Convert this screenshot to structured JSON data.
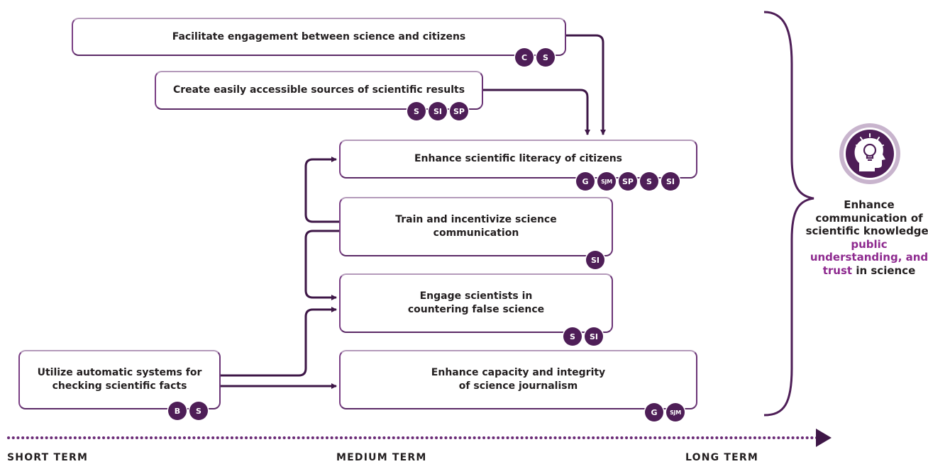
{
  "boxes": {
    "facilitate": {
      "text": "Facilitate engagement between science and citizens",
      "badges": [
        "C",
        "S"
      ]
    },
    "sources": {
      "text": "Create easily accessible sources of scientific results",
      "badges": [
        "S",
        "SI",
        "SP"
      ]
    },
    "literacy": {
      "text": "Enhance scientific literacy of citizens",
      "badges": [
        "G",
        "SJM",
        "SP",
        "S",
        "SI"
      ]
    },
    "train": {
      "text": "Train and incentivize science\ncommunication",
      "badges": [
        "SI"
      ]
    },
    "engage": {
      "text": "Engage scientists in\ncountering false science",
      "badges": [
        "S",
        "SI"
      ]
    },
    "automatic": {
      "text": "Utilize automatic systems for\nchecking scientific facts",
      "badges": [
        "B",
        "S"
      ]
    },
    "journalism": {
      "text": "Enhance capacity and integrity\nof science journalism",
      "badges": [
        "G",
        "SJM"
      ]
    }
  },
  "goal": {
    "part1": "Enhance communication of scientific knowledge,",
    "highlight": "public understanding, and trust",
    "part2": "in science",
    "icon": "lightbulb-head-icon"
  },
  "timeline": {
    "short": "SHORT TERM",
    "medium": "MEDIUM TERM",
    "long": "LONG TERM"
  },
  "colors": {
    "primary": "#4e1e57",
    "highlight": "#8e2a8f",
    "dotted": "#6b2c77"
  }
}
